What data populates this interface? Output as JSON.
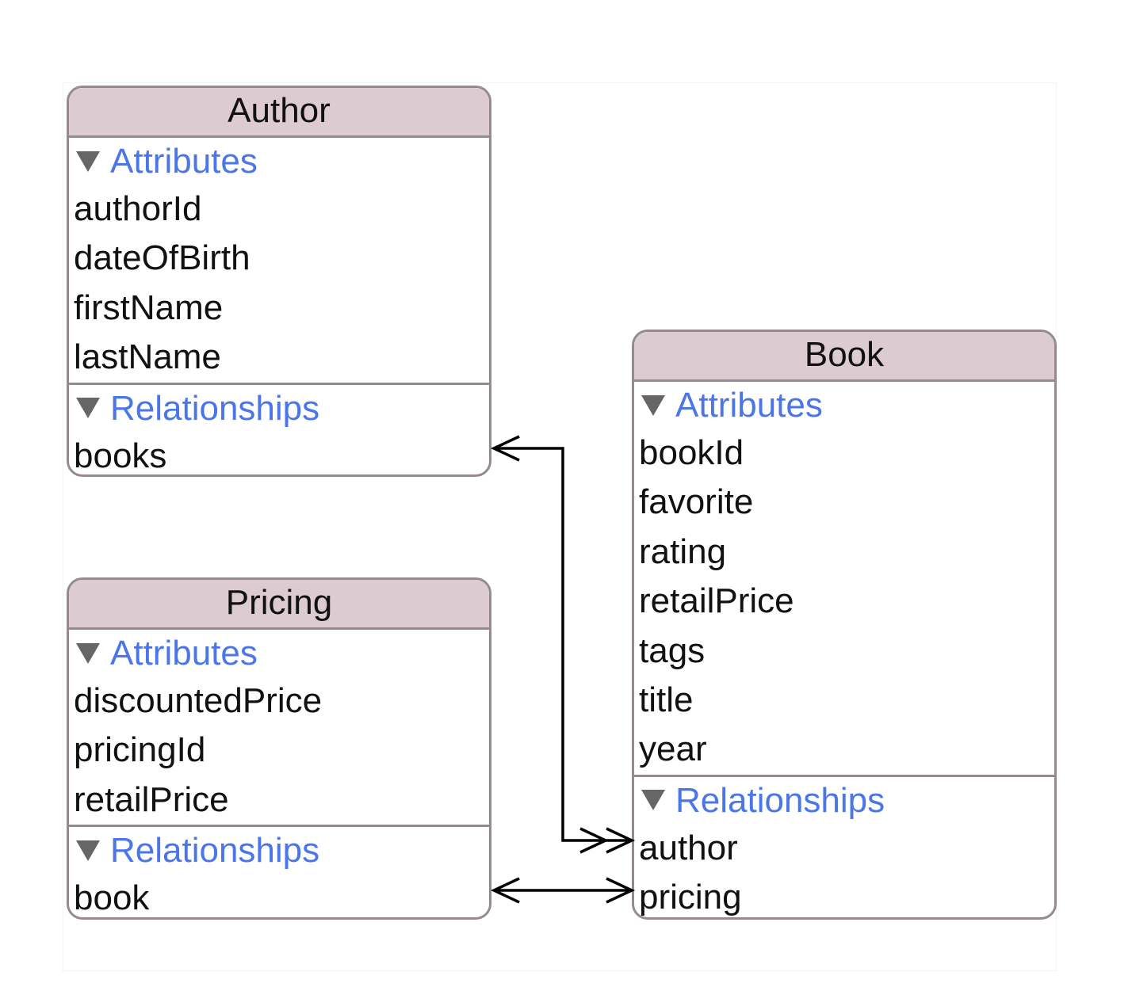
{
  "entities": {
    "author": {
      "name": "Author",
      "attributes_label": "Attributes",
      "attributes": [
        "authorId",
        "dateOfBirth",
        "firstName",
        "lastName"
      ],
      "relationships_label": "Relationships",
      "relationships": [
        "books"
      ]
    },
    "book": {
      "name": "Book",
      "attributes_label": "Attributes",
      "attributes": [
        "bookId",
        "favorite",
        "rating",
        "retailPrice",
        "tags",
        "title",
        "year"
      ],
      "relationships_label": "Relationships",
      "relationships": [
        "author",
        "pricing"
      ]
    },
    "pricing": {
      "name": "Pricing",
      "attributes_label": "Attributes",
      "attributes": [
        "discountedPrice",
        "pricingId",
        "retailPrice"
      ],
      "relationships_label": "Relationships",
      "relationships": [
        "book"
      ]
    }
  },
  "connections": [
    {
      "from": "Author.books",
      "to": "Book.author",
      "from_end": "to-one",
      "to_end": "to-many"
    },
    {
      "from": "Pricing.book",
      "to": "Book.pricing",
      "from_end": "to-one",
      "to_end": "to-one"
    }
  ],
  "colors": {
    "header_fill": "#dccbd1",
    "border": "#968a8f",
    "section_label": "#4a76e8",
    "text": "#111111",
    "triangle": "#666666"
  }
}
